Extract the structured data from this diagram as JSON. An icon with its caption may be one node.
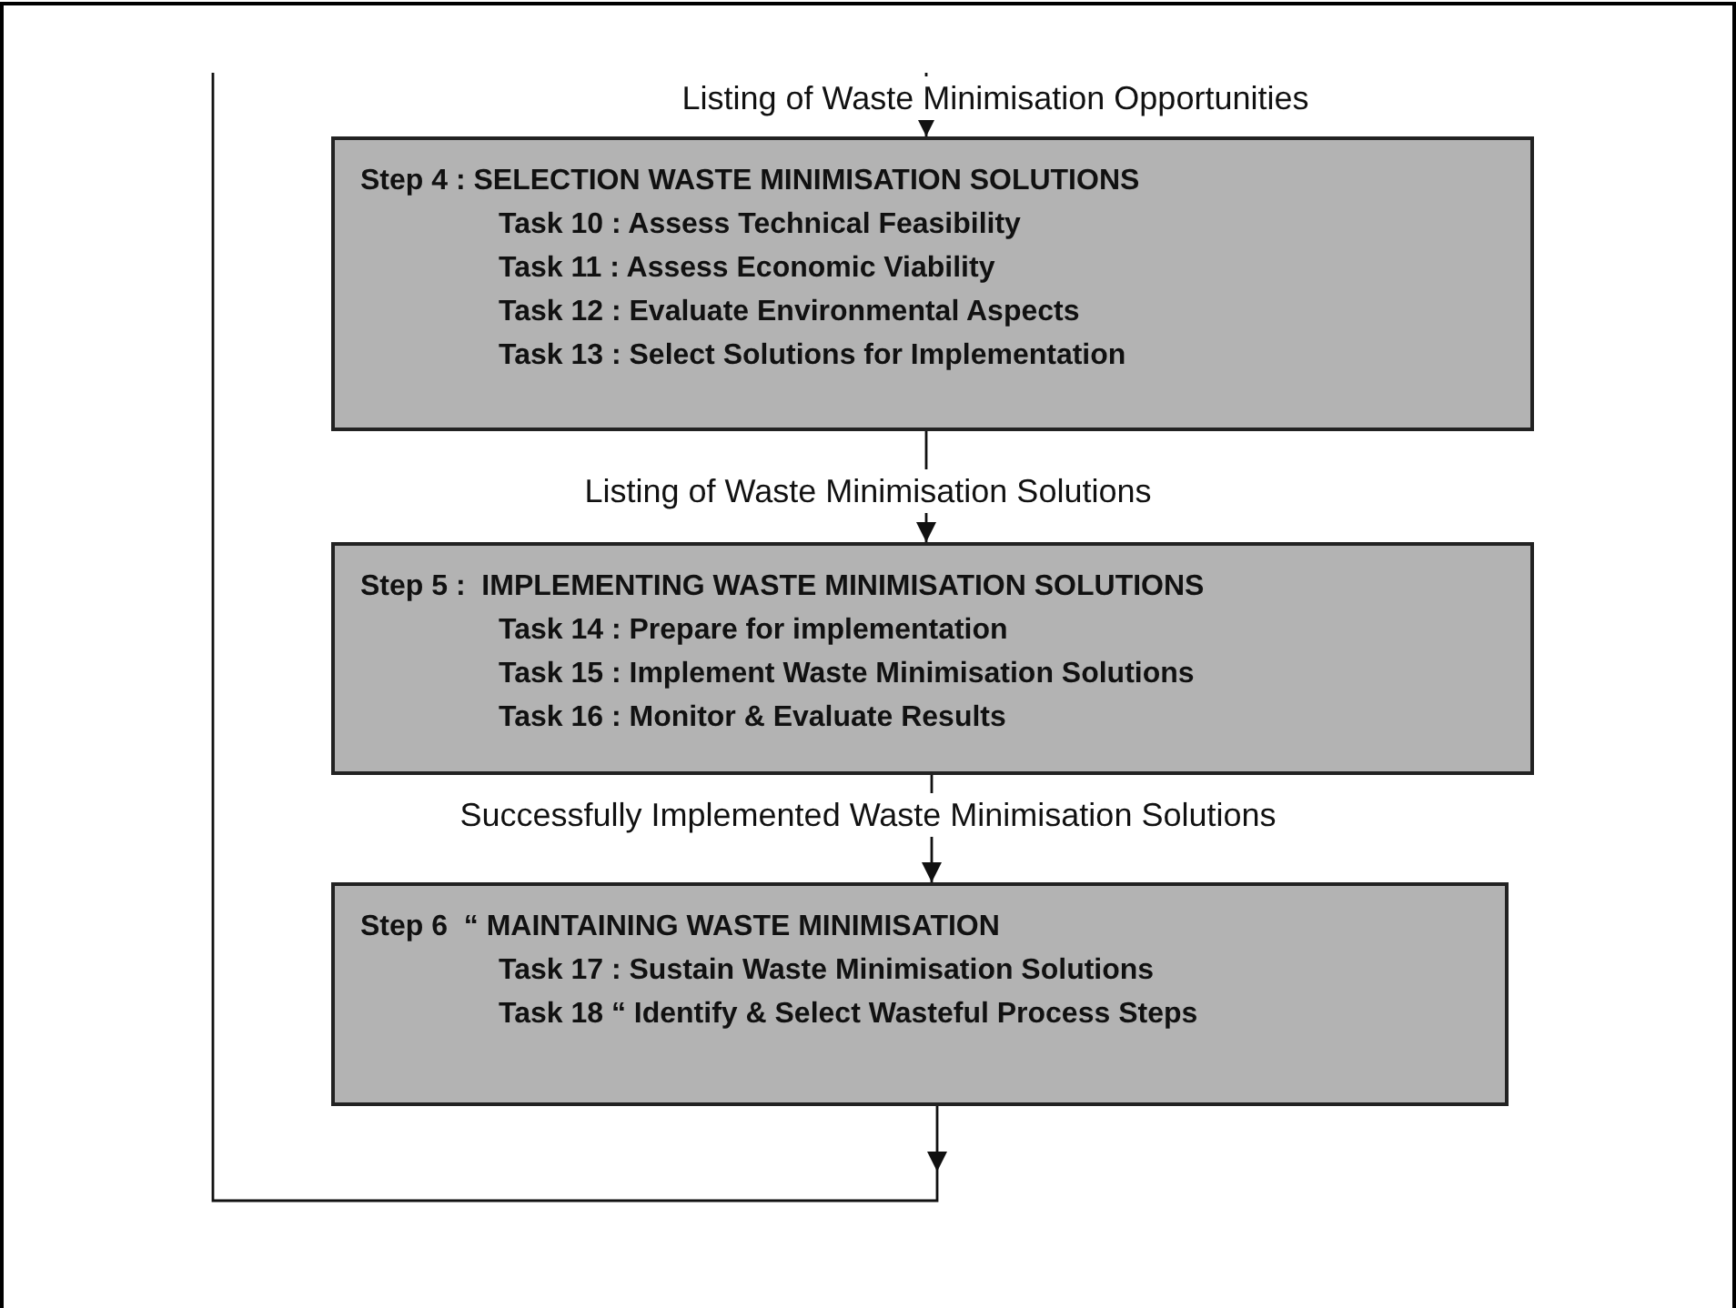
{
  "diagram": {
    "nodes": [
      {
        "text": [
          "Step 4 : SELECTION WASTE MINIMISATION SOLUTIONS",
          "Task 10 : Assess Technical Feasibility",
          "Task 11 : Assess Economic Viability",
          "Task 12 : Evaluate Environmental Aspects",
          "Task 13 : Select Solutions for Implementation"
        ]
      },
      {
        "text": [
          "Step 5 :  IMPLEMENTING WASTE MINIMISATION SOLUTIONS",
          "Task 14 : Prepare for implementation",
          "Task 15 : Implement Waste Minimisation Solutions",
          "Task 16 : Monitor & Evaluate Results"
        ]
      },
      {
        "text": [
          "Step 6  “ MAINTAINING WASTE MINIMISATION",
          "Task 17 : Sustain Waste Minimisation Solutions",
          "Task 18 “ Identify & Select Wasteful Process Steps"
        ]
      }
    ],
    "edges": [
      {
        "from": null,
        "to": 0,
        "arrow": "to",
        "label": "Listing of Waste Minimisation Opportunities"
      },
      {
        "from": 0,
        "to": 1,
        "arrow": "to",
        "label": "Listing of Waste Minimisation Solutions"
      },
      {
        "from": 1,
        "to": 2,
        "arrow": "to",
        "label": "Successfully Implemented Waste Minimisation Solutions"
      },
      {
        "from": 2,
        "to": null,
        "arrow": "to"
      }
    ]
  }
}
